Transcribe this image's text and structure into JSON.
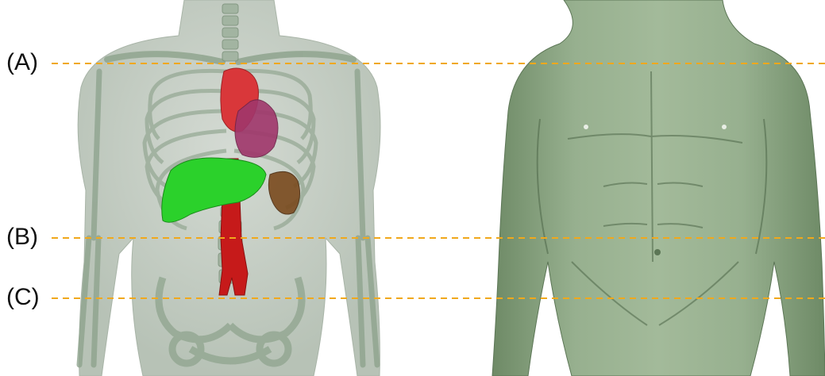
{
  "levels": [
    {
      "label": "(A)"
    },
    {
      "label": "(B)"
    },
    {
      "label": "(C)"
    }
  ],
  "colors": {
    "guide_line": "#F0A81C",
    "skeleton_body": "#C9D1C8",
    "bone": "#8FA48E",
    "heart": "#D9373A",
    "stomach": "#A0366B",
    "liver": "#2BD12B",
    "spleen": "#7A4A1E",
    "aorta": "#C61A1A",
    "surface_skin": "#8FA886"
  }
}
